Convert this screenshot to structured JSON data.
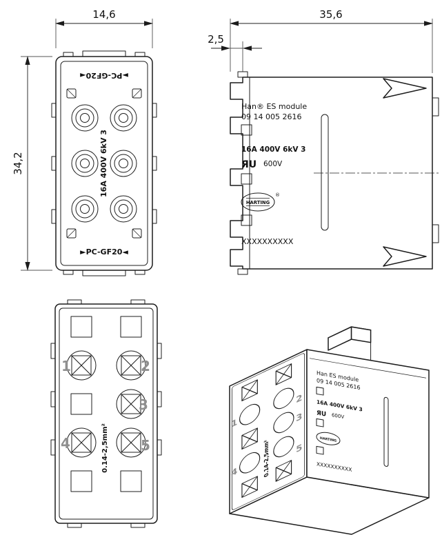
{
  "drawing": {
    "background": "#ffffff",
    "line_color": "#1c1c1c",
    "number_color": "#8f8f8f"
  },
  "front_view": {
    "dim_width": "14,6",
    "dim_height": "34,2",
    "material_top": "►PC-GF20◄",
    "material_bottom": "►PC-GF20◄",
    "rating": "16A 400V 6kV 3"
  },
  "side_view": {
    "dim_width": "35,6",
    "dim_offset": "2,5",
    "product_name": "Han® ES module",
    "part_number": "09 14 005 2616",
    "rating": "16A 400V 6kV 3",
    "ul_mark": "ЯU",
    "ul_voltage": "600V",
    "brand": "HARTING",
    "reg_symbol": "®",
    "serial_placeholder": "XXXXXXXXXX"
  },
  "termination_view": {
    "contact_numbers": [
      "1",
      "2",
      "3",
      "4",
      "5"
    ],
    "wire_range": "0.14-2,5mm²"
  },
  "iso_view": {
    "product_name": "Han ES module",
    "part_number": "09 14 005 2616",
    "rating": "16A 400V 6kV 3",
    "ul_mark": "ЯU",
    "ul_voltage": "600V",
    "brand": "HARTING",
    "serial_placeholder": "XXXXXXXXXX",
    "wire_range": "0.14-2,5mm²",
    "contact_numbers": [
      "1",
      "2",
      "3",
      "4",
      "5"
    ]
  }
}
